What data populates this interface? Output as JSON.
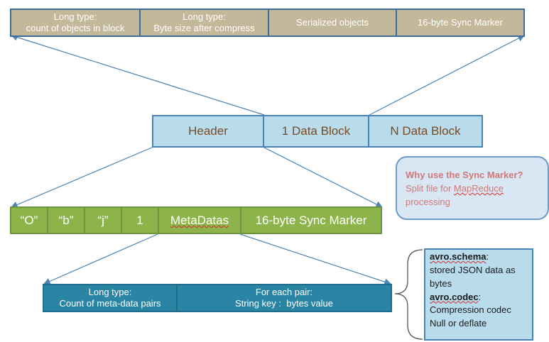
{
  "block_row": {
    "cells": [
      {
        "line1": "Long type:",
        "line2": "count of objects in block"
      },
      {
        "line1": "Long type:",
        "line2": "Byte size after compress"
      },
      {
        "line1": "Serialized objects",
        "line2": ""
      },
      {
        "line1": "16-byte Sync Marker",
        "line2": ""
      }
    ]
  },
  "file_row": {
    "header": "Header",
    "data_block": "1 Data Block",
    "n_block": "N Data Block"
  },
  "header_row": {
    "cells": [
      "“O”",
      "“b”",
      "“j”",
      "1",
      "MetaDatas",
      "16-byte Sync Marker"
    ]
  },
  "meta_row": {
    "cells": [
      {
        "line1": "Long type:",
        "line2": "Count of meta-data pairs"
      },
      {
        "line1": "For each pair:",
        "line2": "String key :  bytes value"
      }
    ]
  },
  "callout": {
    "question": "Why use the Sync Marker?",
    "answer_pre": "Split file for ",
    "answer_word": "MapReduce",
    "answer_post": "processing"
  },
  "info": {
    "schema_key": "avro.schema",
    "schema_colon": ":",
    "schema_desc": "stored JSON data as bytes",
    "codec_key": "avro.codec",
    "codec_colon": ":",
    "codec_desc1": "Compression codec",
    "codec_desc2": "Null or deflate"
  },
  "colors": {
    "tan": "#c4b89a",
    "light_blue": "#b9dced",
    "green": "#8db44b",
    "teal": "#2a84a3",
    "line": "#4b83b3"
  }
}
